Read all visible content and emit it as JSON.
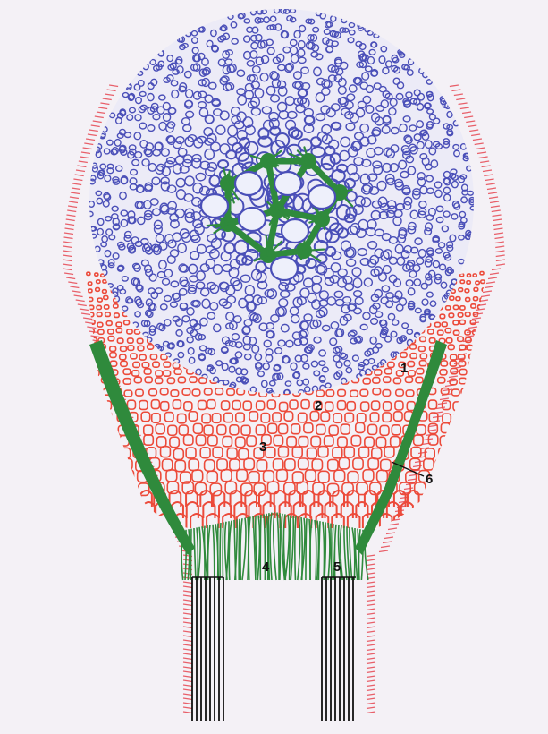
{
  "labels": {
    "l1": "1",
    "l2": "2",
    "l3": "3",
    "l4": "4",
    "l5": "5",
    "l6": "6"
  },
  "colors": {
    "background": "#f4f1f6",
    "blue_cells": "#4a4fb8",
    "red_cells": "#ec4a3a",
    "green": "#2f8a3c",
    "black_lines": "#111111",
    "outer_hatch": "#e8606a"
  }
}
